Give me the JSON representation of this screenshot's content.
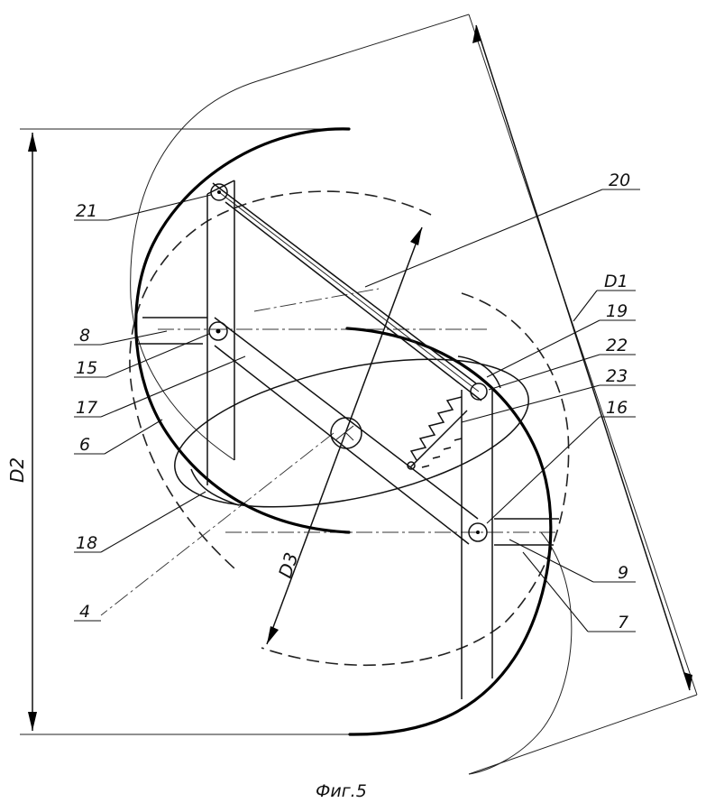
{
  "labels": {
    "l21": "21",
    "l20": "20",
    "lD1": "D1",
    "l19": "19",
    "l22": "22",
    "l23": "23",
    "l16": "16",
    "l8": "8",
    "l15": "15",
    "l17": "17",
    "l6": "6",
    "l18": "18",
    "l4": "4",
    "l9": "9",
    "l7": "7",
    "lD2": "D2",
    "lD3": "D3"
  },
  "caption": "Фиг.5",
  "colors": {
    "ink": "#111111",
    "paper": "#ffffff"
  }
}
